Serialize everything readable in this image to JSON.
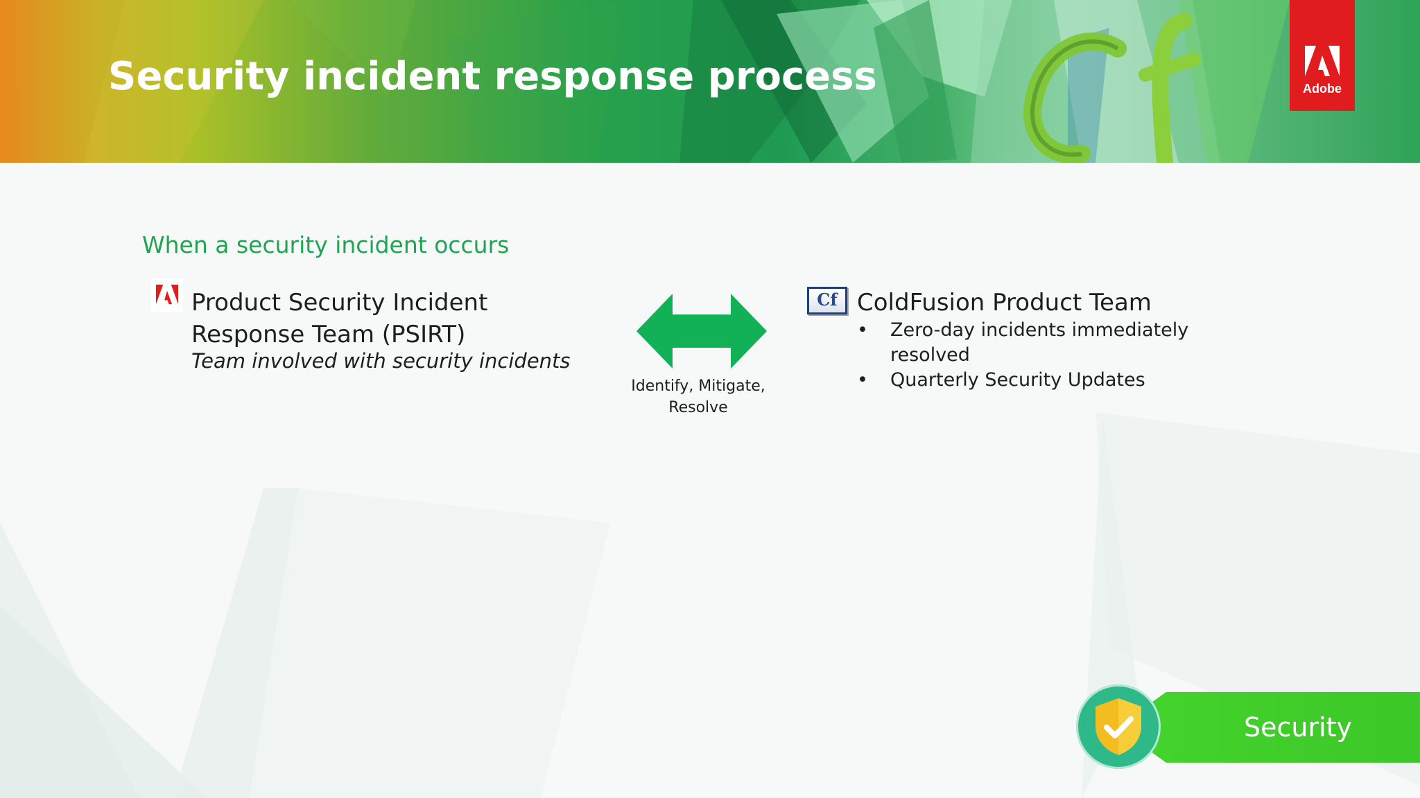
{
  "slide": {
    "title": "Security incident response process",
    "subheading": "When a security incident occurs"
  },
  "brand": {
    "adobe_tag": "Adobe",
    "adobe_red": "#e01c1f",
    "accent_green": "#1fa451"
  },
  "left_party": {
    "icon": "adobe-logo-icon",
    "title": "Product Security Incident Response Team (PSIRT)",
    "subtitle": "Team involved with security incidents"
  },
  "arrow": {
    "icon": "double-headed-arrow-icon",
    "caption": "Identify, Mitigate, Resolve",
    "color": "#12b157"
  },
  "right_party": {
    "icon_text": "Cf",
    "title": "ColdFusion Product Team",
    "bullets": [
      "Zero-day incidents immediately resolved",
      "Quarterly Security Updates"
    ]
  },
  "badge": {
    "icon": "shield-check-icon",
    "label": "Security",
    "color": "#44d22c"
  }
}
